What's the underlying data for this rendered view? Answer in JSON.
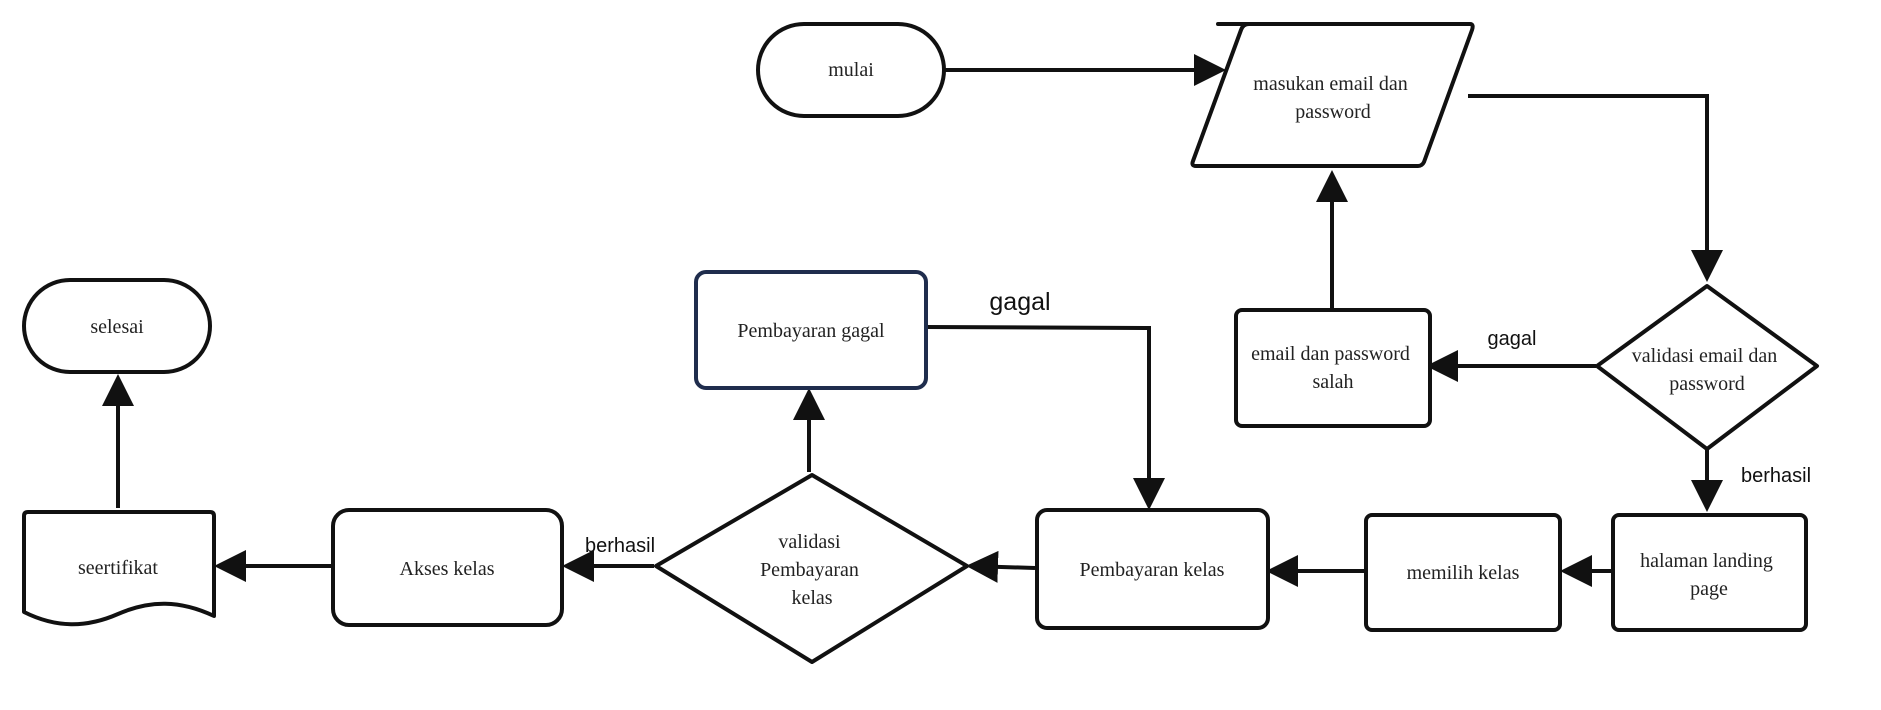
{
  "colors": {
    "stroke": "#111111",
    "highlight_stroke": "#1f2d4d",
    "text": "#222222",
    "background": "#ffffff"
  },
  "nodes": {
    "mulai": "mulai",
    "input": [
      "masukan  email  dan",
      "password"
    ],
    "validasi_email": [
      "validasi email dan",
      "password"
    ],
    "salah": [
      "email dan password",
      "salah"
    ],
    "landing": [
      "halaman landing",
      "page"
    ],
    "memilih": "memilih kelas",
    "pembayaran": "Pembayaran kelas",
    "gagal_box": "Pembayaran gagal",
    "validasi_bayar": [
      "validasi",
      "Pembayaran",
      "kelas"
    ],
    "akses": "Akses kelas",
    "sertifikat": "seertifikat",
    "selesai": "selesai"
  },
  "edge_labels": {
    "gagal_login": "gagal",
    "berhasil_login": "berhasil",
    "gagal_bayar": "gagal",
    "berhasil_bayar": "berhasil"
  }
}
